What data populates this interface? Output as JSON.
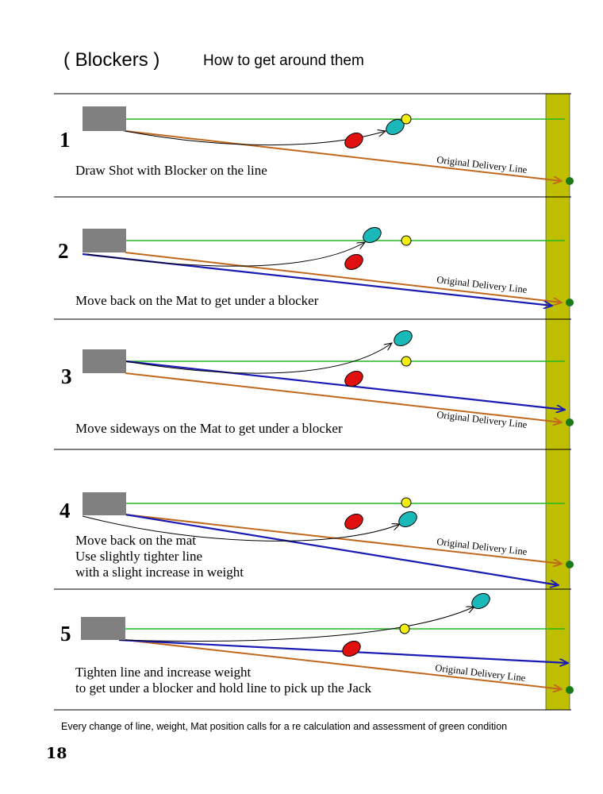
{
  "header": {
    "title": "( Blockers )",
    "subtitle": "How to get around them"
  },
  "panels": [
    {
      "number": "1",
      "caption": [
        "Draw Shot with Blocker on the line"
      ],
      "line_label": "Original Delivery Line"
    },
    {
      "number": "2",
      "caption": [
        "Move back on the Mat to get under a blocker"
      ],
      "line_label": "Original Delivery Line"
    },
    {
      "number": "3",
      "caption": [
        "Move sideways on the Mat to get under a blocker"
      ],
      "line_label": "Original Delivery Line"
    },
    {
      "number": "4",
      "caption": [
        "Move back on the mat",
        "Use slightly tighter line",
        "with a slight increase in weight"
      ],
      "line_label": "Original Delivery Line"
    },
    {
      "number": "5",
      "caption": [
        "Tighten line and increase weight",
        "to get under a blocker and hold line to pick up the Jack"
      ],
      "line_label": "Original Delivery Line"
    }
  ],
  "footer": {
    "note": "Every change of line, weight, Mat position calls for a re calculation and assessment of green condition",
    "page_number": "18"
  },
  "colors": {
    "mat": "#808080",
    "centre_line": "#22b922",
    "original_line": "#c0691e",
    "adjusted_line": "#1a1ab4",
    "blocker_bowl": "#e01010",
    "played_bowl": "#1ab8b8",
    "jack": "#f2ee10",
    "ditch": "#bfbf00",
    "ditch_marker": "#1a7a1a"
  }
}
